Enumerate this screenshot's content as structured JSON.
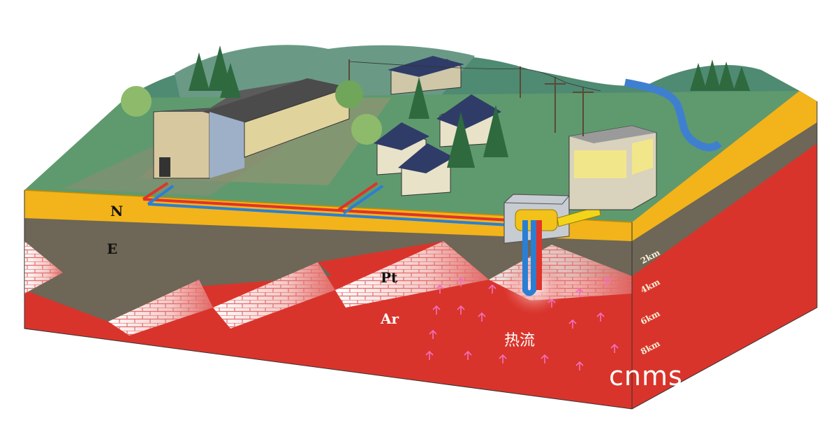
{
  "layers": {
    "n_label": "N",
    "e_label": "E",
    "pt_label": "Pt",
    "ar_label": "Ar"
  },
  "heat_flow_label": "热流",
  "depth_scale": [
    "2km",
    "4km",
    "6km",
    "8km"
  ],
  "watermark": "cnms",
  "colors": {
    "layer_n": "#f2b41a",
    "layer_e": "#6e6656",
    "layer_ar": "#d9342b",
    "ground": "#5f9a6e",
    "hot_pipe": "#e0332a",
    "cold_pipe": "#2a7fd4"
  }
}
